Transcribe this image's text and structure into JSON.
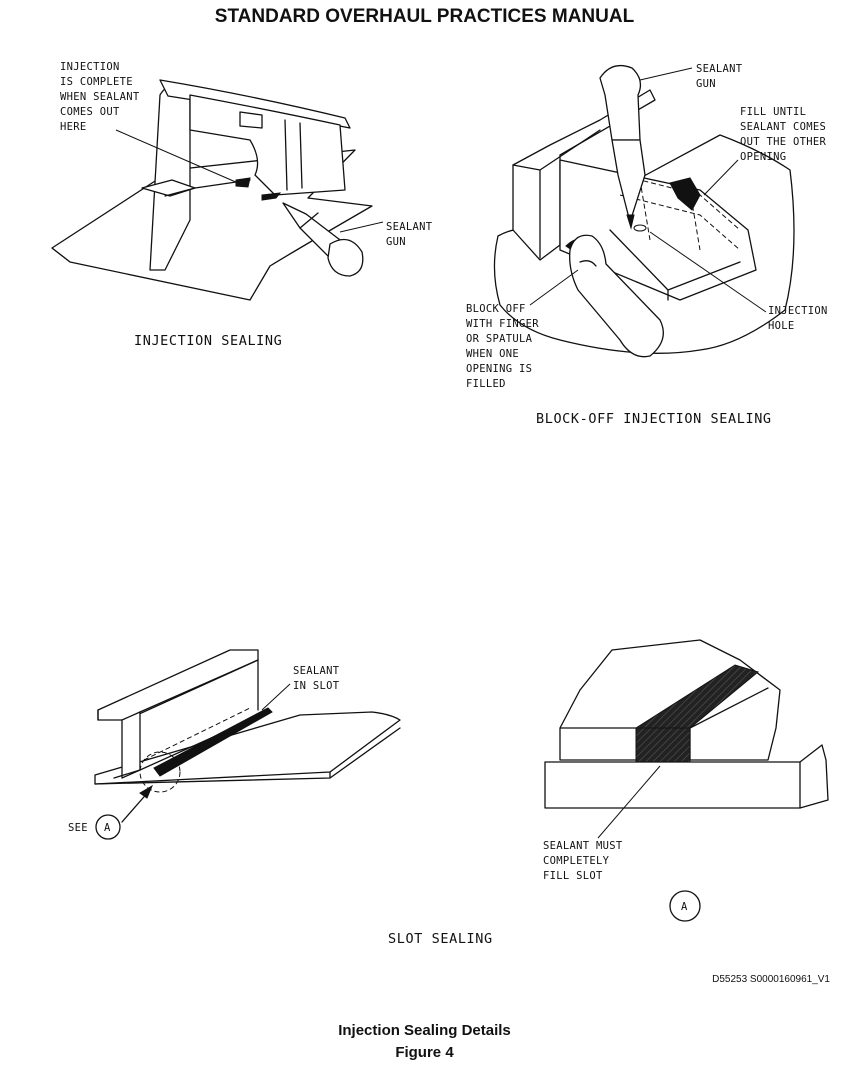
{
  "header": {
    "title": "STANDARD OVERHAUL PRACTICES MANUAL"
  },
  "panels": {
    "injection": {
      "caption": "INJECTION SEALING",
      "callout_complete": [
        "INJECTION",
        "IS COMPLETE",
        "WHEN SEALANT",
        "COMES OUT",
        "HERE"
      ],
      "callout_gun": [
        "SEALANT",
        "GUN"
      ]
    },
    "blockoff": {
      "caption": "BLOCK-OFF INJECTION SEALING",
      "callout_gun": [
        "SEALANT",
        "GUN"
      ],
      "callout_fill": [
        "FILL UNTIL",
        "SEALANT COMES",
        "OUT THE OTHER",
        "OPENING"
      ],
      "callout_block": [
        "BLOCK OFF",
        "WITH FINGER",
        "OR SPATULA",
        "WHEN ONE",
        "OPENING IS",
        "FILLED"
      ],
      "callout_hole": [
        "INJECTION",
        "HOLE"
      ]
    },
    "slot": {
      "caption": "SLOT SEALING",
      "callout_sealant": [
        "SEALANT",
        "IN SLOT"
      ],
      "see_label": "SEE",
      "detail_ref": "A"
    },
    "detail": {
      "callout_fill": [
        "SEALANT MUST",
        "COMPLETELY",
        "FILL SLOT"
      ],
      "detail_label": "A"
    }
  },
  "drawing_code": "D55253 S0000160961_V1",
  "figure": {
    "title": "Injection Sealing Details",
    "number": "Figure 4"
  }
}
